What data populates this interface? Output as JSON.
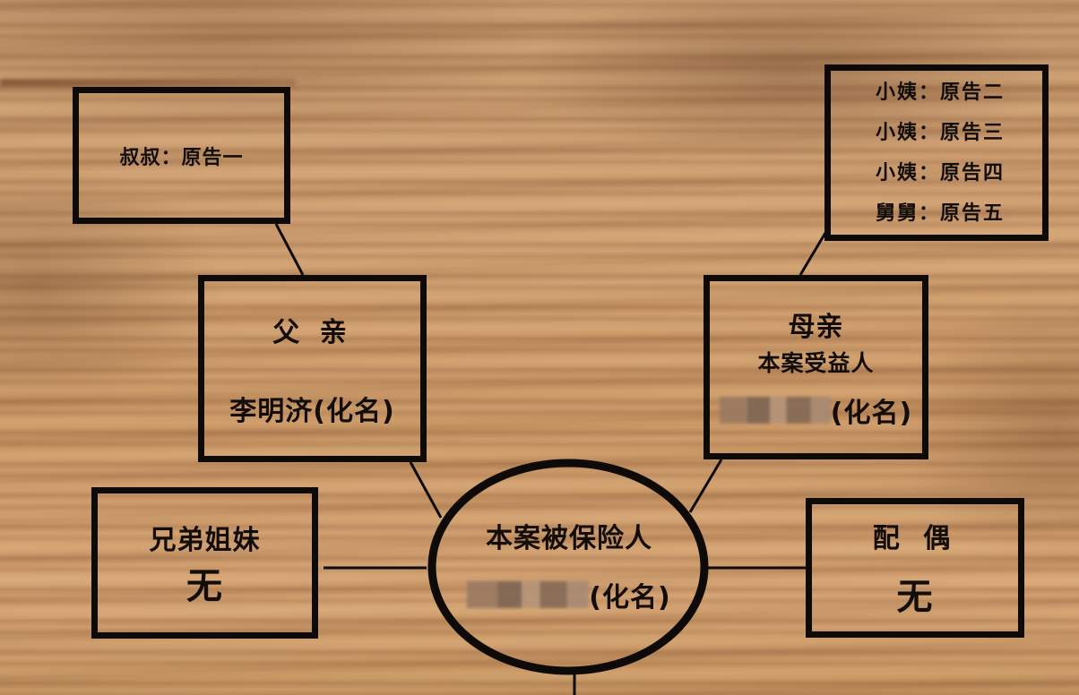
{
  "diagram": {
    "type": "family-relationship-chart",
    "background": "wood-grain",
    "colors": {
      "border": "#0d0a08",
      "text": "#120d09",
      "wood_base": "#c49566"
    },
    "nodes": {
      "uncle": {
        "label": "叔叔：原告一"
      },
      "aunts_group": {
        "lines": [
          "小姨：原告二",
          "小姨：原告三",
          "小姨：原告四",
          "舅舅：原告五"
        ]
      },
      "father": {
        "title": "父 亲",
        "name": "李明济(化名)"
      },
      "mother": {
        "title": "母亲",
        "role": "本案受益人",
        "name_suffix": "(化名)",
        "name_redacted": true
      },
      "insured": {
        "title": "本案被保险人",
        "name_suffix": "(化名)",
        "name_redacted": true
      },
      "siblings": {
        "title": "兄弟姐妹",
        "value": "无"
      },
      "spouse": {
        "title": "配 偶",
        "value": "无"
      }
    },
    "edges": [
      {
        "from": "uncle",
        "to": "father"
      },
      {
        "from": "aunts_group",
        "to": "mother"
      },
      {
        "from": "father",
        "to": "insured"
      },
      {
        "from": "mother",
        "to": "insured"
      },
      {
        "from": "siblings",
        "to": "insured"
      },
      {
        "from": "spouse",
        "to": "insured"
      },
      {
        "from": "insured",
        "to": "below"
      }
    ]
  }
}
